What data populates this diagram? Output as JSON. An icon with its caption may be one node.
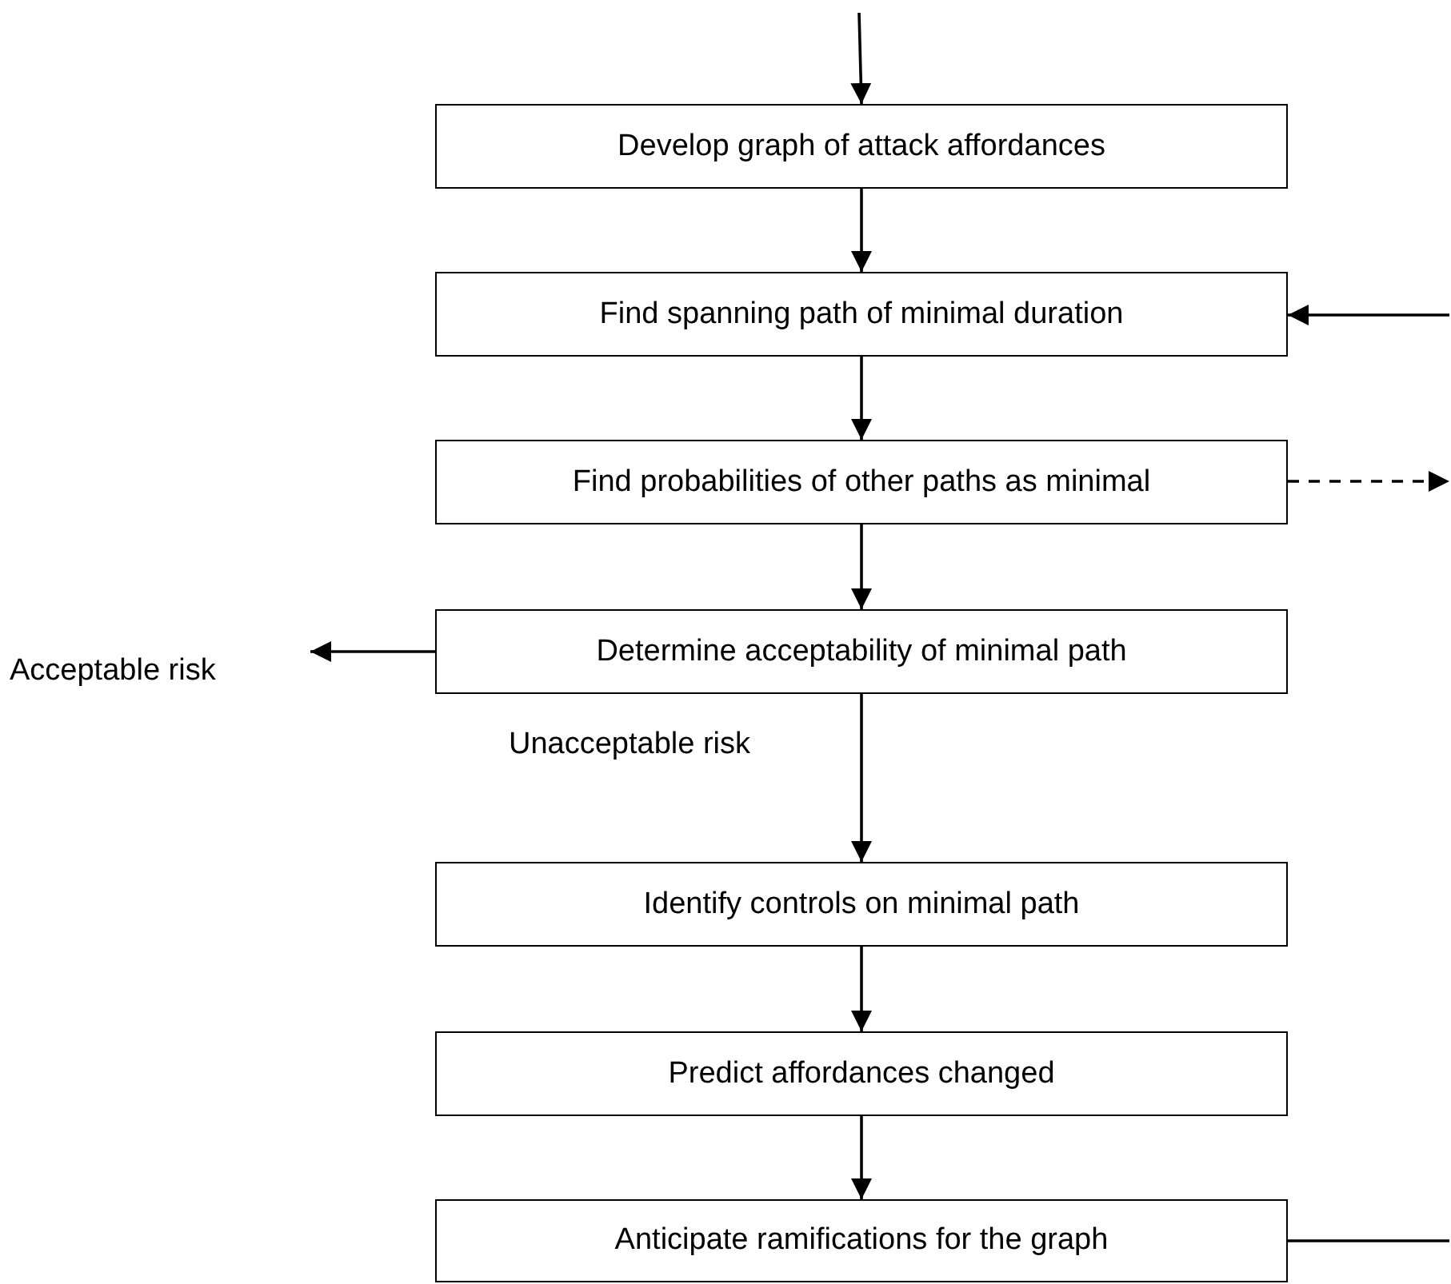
{
  "diagram": {
    "nodes": [
      {
        "text": [
          "Develop graph of attack affordances"
        ]
      },
      {
        "text": [
          "Find spanning path of minimal duration"
        ]
      },
      {
        "text": [
          "Find probabilities of other paths as minimal"
        ]
      },
      {
        "text": [
          "Determine acceptability of minimal path"
        ]
      },
      {
        "text": [
          "Acceptable risk"
        ]
      },
      {
        "text": [
          "Identify controls on minimal path"
        ]
      },
      {
        "text": [
          "Predict affordances changed"
        ]
      },
      {
        "text": [
          "Anticipate ramifications for the graph"
        ]
      }
    ],
    "edges": [
      {
        "from": null,
        "to": 0,
        "arrow": "to"
      },
      {
        "from": 0,
        "to": 1,
        "arrow": "to"
      },
      {
        "from": 1,
        "to": 2,
        "arrow": "to"
      },
      {
        "from": 2,
        "to": 3,
        "arrow": "to"
      },
      {
        "from": 3,
        "to": 4,
        "arrow": "to"
      },
      {
        "from": 3,
        "to": 5,
        "arrow": "to",
        "label": "Unacceptable risk"
      },
      {
        "from": 5,
        "to": 6,
        "arrow": "to"
      },
      {
        "from": 6,
        "to": 7,
        "arrow": "to"
      },
      {
        "from": null,
        "to": 1,
        "arrow": "to"
      },
      {
        "from": 2,
        "to": null,
        "arrow": "to",
        "style": "dashed"
      },
      {
        "from": 7,
        "to": null,
        "arrow": "none"
      }
    ]
  }
}
